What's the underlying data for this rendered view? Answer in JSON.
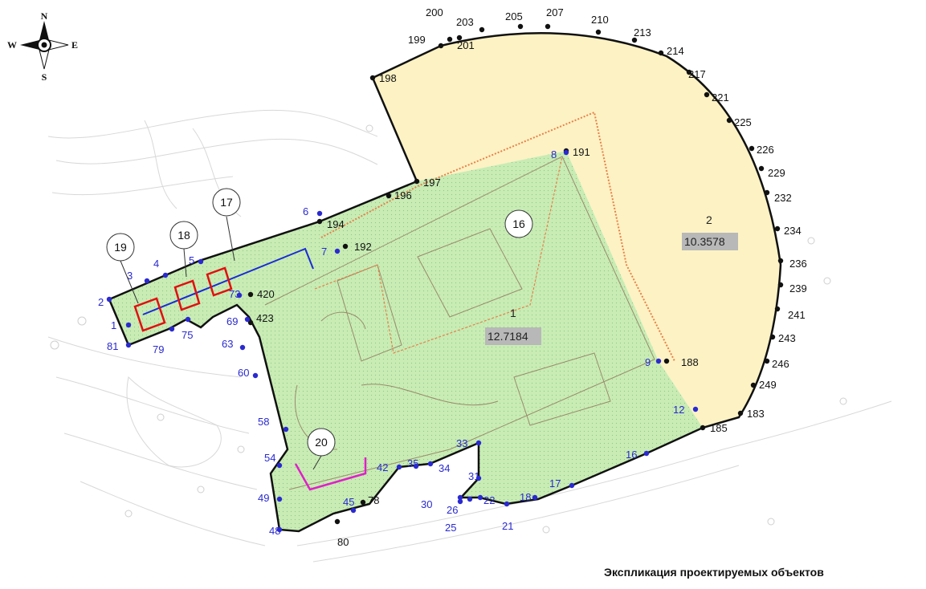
{
  "compass": {
    "north": "N",
    "south": "S",
    "east": "E",
    "west": "W"
  },
  "legend_title": "Экспликация проектируемых объектов",
  "colors": {
    "zone_green": "#c8ecb4",
    "zone_yellow": "#fdf2c4",
    "boundary": "#111111",
    "blue_line": "#1a2bd6",
    "red_building": "#e01010",
    "magenta_line": "#e020c8",
    "orange_line": "#e8804a",
    "point_black": "#111111",
    "point_blue": "#2a2ad0"
  },
  "zones": [
    {
      "id": "1",
      "number": "1",
      "area": "12.7184"
    },
    {
      "id": "2",
      "number": "2",
      "area": "10.3578"
    }
  ],
  "callouts": [
    "16",
    "17",
    "18",
    "19",
    "20"
  ],
  "points_black": [
    "80",
    "78",
    "183",
    "185",
    "188",
    "191",
    "192",
    "194",
    "196",
    "197",
    "198",
    "199",
    "200",
    "201",
    "203",
    "205",
    "207",
    "210",
    "213",
    "214",
    "217",
    "221",
    "225",
    "226",
    "229",
    "232",
    "234",
    "236",
    "239",
    "241",
    "243",
    "246",
    "249",
    "420",
    "423"
  ],
  "points_blue": [
    "1",
    "2",
    "3",
    "4",
    "5",
    "6",
    "7",
    "8",
    "9",
    "12",
    "16",
    "17",
    "18",
    "21",
    "22",
    "25",
    "26",
    "30",
    "31",
    "33",
    "34",
    "35",
    "42",
    "45",
    "48",
    "49",
    "54",
    "58",
    "60",
    "63",
    "69",
    "73",
    "75",
    "79",
    "81"
  ]
}
